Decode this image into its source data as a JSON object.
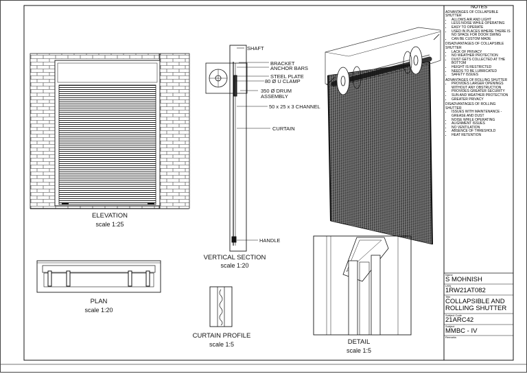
{
  "drawings": {
    "elevation": {
      "title": "ELEVATION",
      "scale": "scale 1:25"
    },
    "vertical_section": {
      "title": "VERTICAL SECTION",
      "scale": "scale 1:20"
    },
    "plan": {
      "title": "PLAN",
      "scale": "scale 1:20"
    },
    "curtain_profile": {
      "title": "CURTAIN PROFILE",
      "scale": "scale 1:5"
    },
    "detail": {
      "title": "DETAIL",
      "scale": "scale 1:5"
    }
  },
  "labels": {
    "shaft": "SHAFT",
    "bracket": "BRACKET",
    "anchor_bars": "ANCHOR BARS",
    "steel_plate": "STEEL PLATE",
    "u_clamp": "80 Ø U CLAMP",
    "drum_1": "350 Ø DRUM",
    "drum_2": "ASSEMBLY",
    "channel": "50 x 25 x 3 CHANNEL",
    "curtain": "CURTAIN",
    "handle": "HANDLE"
  },
  "notes": {
    "title": "NOTES",
    "sections": [
      {
        "heading": "ADVANTAGES OF COLLAPSIBLE SHUTTER",
        "items": [
          "ALLOWS AIR AND LIGHT",
          "LESS NOISE WHILE OPERATING",
          "EASY TO OPERATE",
          "USED IN PLACES WHERE THERE IS NO SPACE FOR DOOR SWING",
          "CAN BE CUSTOM MADE"
        ]
      },
      {
        "heading": "DISADVANTAGES OF COLLAPSIBLE SHUTTER",
        "items": [
          "LACK OF PRIVACY",
          "NO WEATHER PROTECTION",
          "DUST GETS COLLECTED AT THE BOTTOM",
          "HEIGHT IS RESTRICTED",
          "NEEDS TO BE LUBRICATED",
          "SAFETY ISSUES"
        ]
      },
      {
        "heading": "ADVANTAGES OF ROLLING SHUTTER",
        "items": [
          "PROVIDES LARGER OPENINGS WITHOUT ANY OBSTRUCTION",
          "PROVIDES GREATER SECURITY",
          "SUN AND WEATHER PROTECTION",
          "GREATER PRIVACY"
        ]
      },
      {
        "heading": "DISADVANTAGES OF ROLLING SHUTTER",
        "items": [
          "ISSUES WITH MAINTENANCE - GREASE AND DUST",
          "NOISE WHILE OPERATING",
          "ALIGNMENT ISSUES",
          "NO VENTILATION",
          "ABSENCE OF THRESHOLD",
          "HEAT RETENTION"
        ]
      }
    ]
  },
  "title_block": {
    "name_label": "Name",
    "name": "S MOHNISH",
    "usn_label": "USN",
    "usn": "1RW21AT082",
    "title_label": "Title",
    "title_1": "COLLAPSIBLE AND",
    "title_2": "ROLLING SHUTTER",
    "code_label": "Subject Code",
    "code": "21ARC42",
    "subject_label": "Subject",
    "subject": "MMBC - IV",
    "remarks_label": "Remarks"
  }
}
